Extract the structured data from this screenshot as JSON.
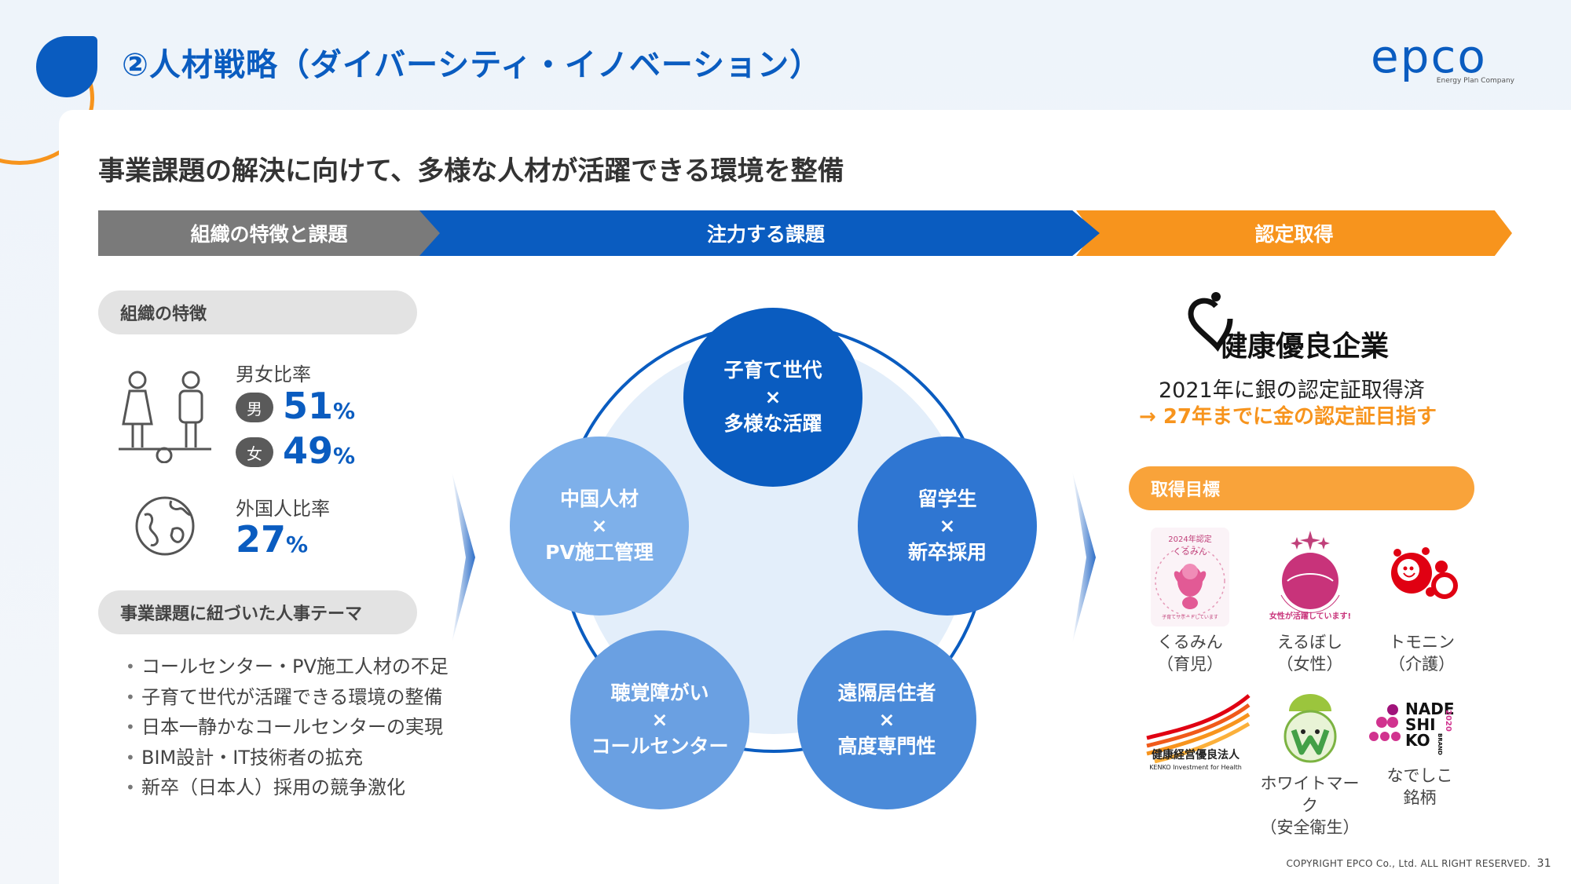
{
  "header": {
    "title": "②人材戦略（ダイバーシティ・イノベーション）",
    "logo_text": "epco",
    "logo_sub": "Energy Plan Company"
  },
  "lead": "事業課題の解決に向けて、多様な人材が活躍できる環境を整備",
  "banners": {
    "left": "組織の特徴と課題",
    "center": "注力する課題",
    "right": "認定取得"
  },
  "org": {
    "pill": "組織の特徴",
    "gender_label": "男女比率",
    "male_badge": "男",
    "male_value": "51",
    "female_badge": "女",
    "female_value": "49",
    "pct": "%",
    "foreign_label": "外国人比率",
    "foreign_value": "27"
  },
  "hr": {
    "pill": "事業課題に紐づいた人事テーマ",
    "items": [
      "コールセンター・PV施工人材の不足",
      "子育て世代が活躍できる環境の整備",
      "日本一静かなコールセンターの実現",
      "BIM設計・IT技術者の拡充",
      "新卒（日本人）採用の競争激化"
    ]
  },
  "focus": {
    "circles": [
      {
        "line1": "子育て世代",
        "x": "×",
        "line2": "多様な活躍"
      },
      {
        "line1": "留学生",
        "x": "×",
        "line2": "新卒採用"
      },
      {
        "line1": "遠隔居住者",
        "x": "×",
        "line2": "高度専門性"
      },
      {
        "line1": "聴覚障がい",
        "x": "×",
        "line2": "コールセンター"
      },
      {
        "line1": "中国人材",
        "x": "×",
        "line2": "PV施工管理"
      }
    ]
  },
  "cert": {
    "logo_text": "健康優良企業",
    "line1": "2021年に銀の認定証取得済",
    "line2": "→ 27年までに金の認定証目指す",
    "target_pill": "取得目標",
    "kurumin_top": "2024年認定",
    "kurumin_arc": "くるみん",
    "kurumin_sub": "子育てサポートしています",
    "eruboshi_arc": "女性が活躍しています!",
    "kenko_text1": "健康経営優良法人",
    "kenko_text2": "KENKO Investment for Health",
    "nadeshiko_text1": "NADE",
    "nadeshiko_text2": "SHI",
    "nadeshiko_text3": "KO",
    "nadeshiko_brand": "BRAND",
    "nadeshiko_year": "2020",
    "awards": [
      {
        "label1": "くるみん",
        "label2": "（育児）"
      },
      {
        "label1": "えるぼし",
        "label2": "（女性）"
      },
      {
        "label1": "トモニン",
        "label2": "（介護）"
      },
      {
        "label1": "ホワイトマーク",
        "label2": "（安全衛生）"
      },
      {
        "label1": "なでしこ",
        "label2": "銘柄"
      }
    ]
  },
  "footer": {
    "copyright": "COPYRIGHT EPCO Co., Ltd. ALL RIGHT RESERVED.",
    "page": "31"
  },
  "colors": {
    "brand_blue": "#0a5cc0",
    "orange": "#f7941d",
    "gray_banner": "#7a7a7a"
  }
}
